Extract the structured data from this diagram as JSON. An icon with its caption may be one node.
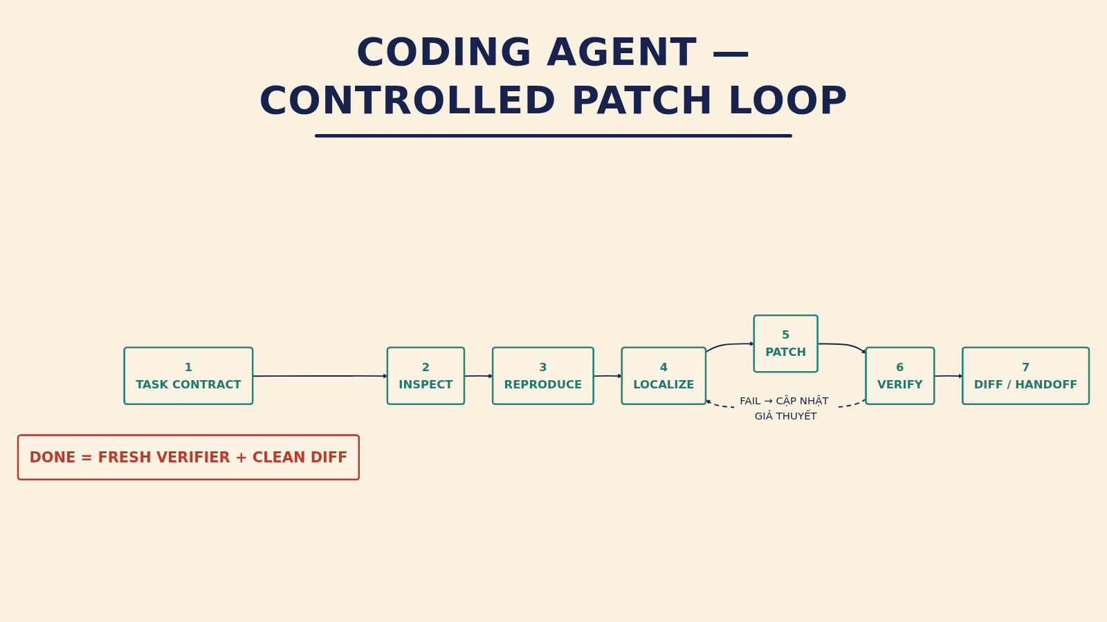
{
  "diagram": {
    "title": "CODING AGENT — CONTROLLED PATCH LOOP",
    "nodes": [
      {
        "text": [
          "1",
          "TASK CONTRACT"
        ]
      },
      {
        "text": [
          "2",
          "INSPECT"
        ]
      },
      {
        "text": [
          "3",
          "REPRODUCE"
        ]
      },
      {
        "text": [
          "4",
          "LOCALIZE"
        ]
      },
      {
        "text": [
          "5",
          "PATCH"
        ]
      },
      {
        "text": [
          "6",
          "VERIFY"
        ]
      },
      {
        "text": [
          "7",
          "DIFF / HANDOFF"
        ]
      },
      {
        "text": [
          "DONE = FRESH VERIFIER + CLEAN DIFF"
        ]
      }
    ],
    "edges": [
      {
        "from": 0,
        "to": 1,
        "arrow": "to"
      },
      {
        "from": 1,
        "to": 2,
        "arrow": "to"
      },
      {
        "from": 2,
        "to": 3,
        "arrow": "to"
      },
      {
        "from": 3,
        "to": 4,
        "arrow": "to"
      },
      {
        "from": 4,
        "to": 5,
        "arrow": "to"
      },
      {
        "from": 5,
        "to": 6,
        "arrow": "to"
      },
      {
        "from": 5,
        "to": 3,
        "arrow": "to",
        "style": "dashed",
        "label": "FAIL → CẬP NHẬT GIẢ THUYẾT"
      }
    ]
  }
}
